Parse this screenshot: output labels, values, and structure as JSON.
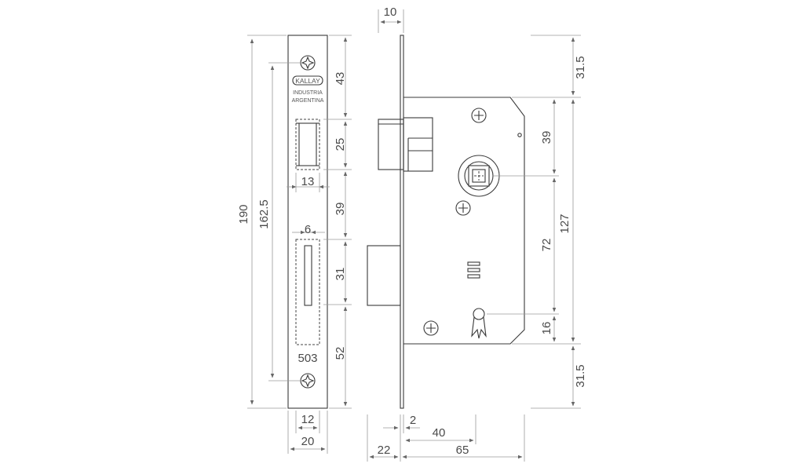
{
  "diagram": {
    "brand": "KALLAY",
    "origin_line1": "INDUSTRIA",
    "origin_line2": "ARGENTINA",
    "model": "503",
    "front_plate": {
      "overall_height": "190",
      "screw_spacing": "162.5",
      "top_to_latch": "43",
      "latch_height": "25",
      "latch_to_bolt": "39",
      "bolt_height": "31",
      "bolt_to_bottom": "52",
      "latch_width": "13",
      "bolt_width": "6",
      "screw_width": "12",
      "plate_width": "20"
    },
    "side_view": {
      "plate_thickness": "10",
      "top_margin": "31.5",
      "spindle_offset": "39",
      "body_height": "127",
      "spindle_to_key": "72",
      "key_to_bottom": "16",
      "bottom_margin": "31.5",
      "bolt_gap": "2",
      "backset": "40",
      "bolt_throw": "22",
      "body_depth": "65"
    }
  }
}
